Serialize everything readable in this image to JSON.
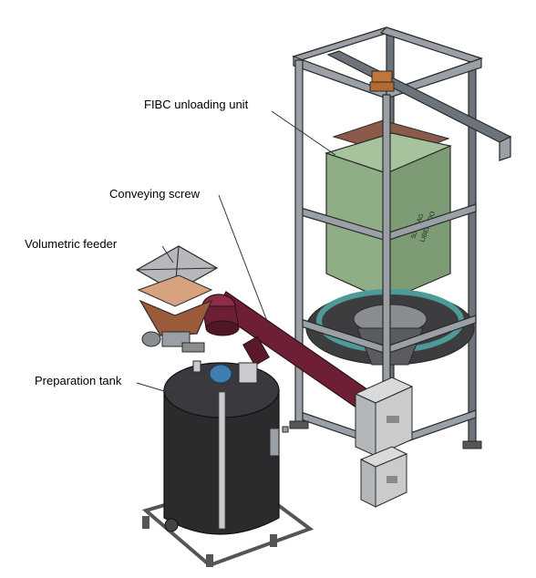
{
  "labels": {
    "fibc": "FIBC unloading unit",
    "screw": "Conveying screw",
    "feeder": "Volumetric feeder",
    "tank": "Preparation tank"
  },
  "bag_text": {
    "line1": "500 BAG",
    "line2": "LIBERADO"
  },
  "colors": {
    "bag_green": "#8fae86",
    "screw_maroon": "#6e1f35",
    "tank_black": "#2b2b2e",
    "feeder_brown": "#9b5a3a",
    "frame_grey": "#9aa0a6",
    "box_grey": "#c9cbcd",
    "turntable_teal": "#4e9a98",
    "motor_blue": "#3f7fb0"
  }
}
